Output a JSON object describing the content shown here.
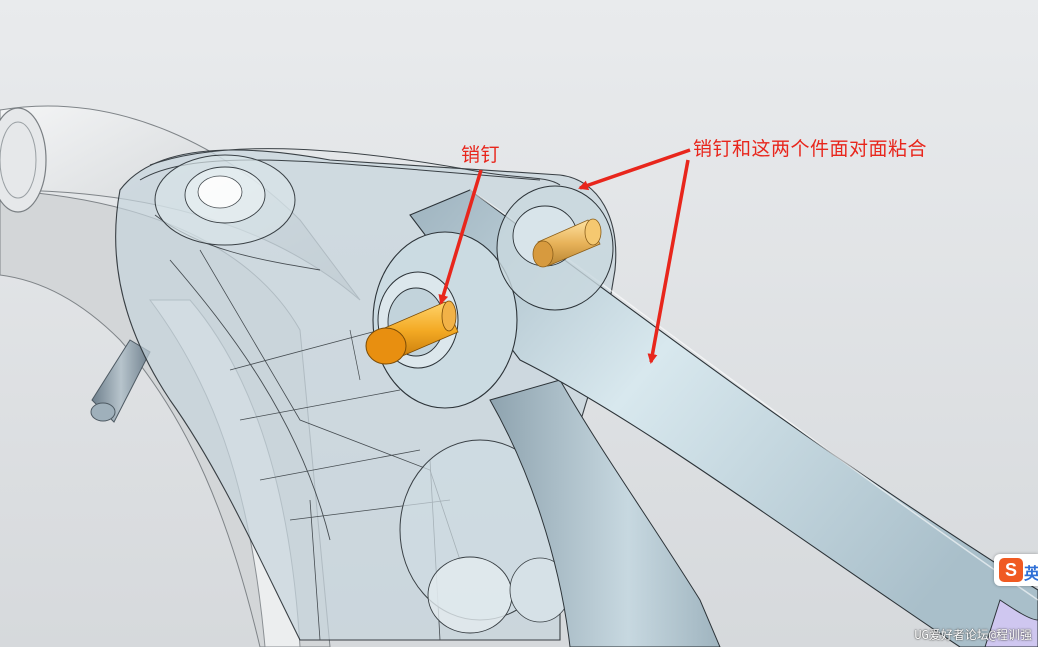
{
  "annotations": {
    "pin_label": "销钉",
    "note_label": "销钉和这两个件面对面粘合"
  },
  "watermark": "UG爱好者论坛@程训强",
  "ime_badge": {
    "logo_letter": "S",
    "mode_text": "英",
    "icon": "sogou-ime-icon"
  },
  "colors": {
    "annotation": "#e8261c",
    "pin": "#f0a020",
    "transparent_part": "#b8ccd8",
    "arm": "#c4d8e2",
    "background_top": "#e9ebed",
    "background_bottom": "#d6d9dc"
  }
}
